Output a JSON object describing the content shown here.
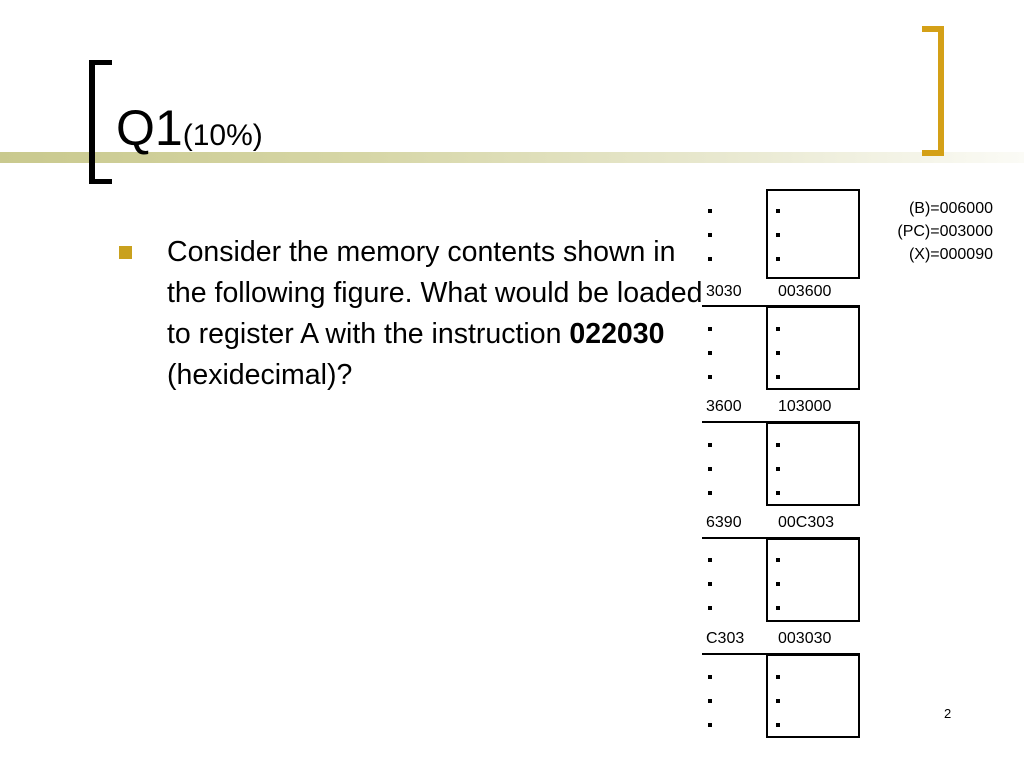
{
  "slide": {
    "title_main": "Q1",
    "title_sub": "(10%)",
    "bullet": {
      "text_before": "Consider the memory contents shown in the following figure. What would be loaded to register A with the instruction ",
      "instruction": "022030",
      "text_after": " (hexidecimal)?"
    },
    "memory": [
      {
        "address": "3030",
        "value": "003600"
      },
      {
        "address": "3600",
        "value": "103000"
      },
      {
        "address": "6390",
        "value": "00C303"
      },
      {
        "address": "C303",
        "value": "003030"
      }
    ],
    "registers": [
      {
        "text": "(B)=006000"
      },
      {
        "text": "(PC)=003000"
      },
      {
        "text": "(X)=000090"
      }
    ],
    "page_number": "2",
    "colors": {
      "bullet": "#c9a11e",
      "bracket_right": "#d4a017",
      "bracket_left": "#000000",
      "title_bar": "#d6d6a6"
    }
  }
}
